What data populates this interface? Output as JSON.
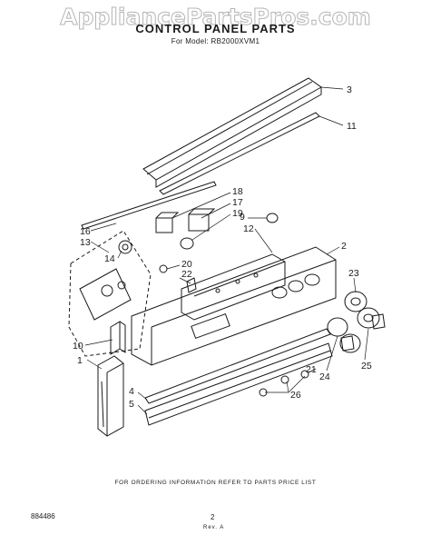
{
  "watermark": "AppliancePartsPros.com",
  "title": "CONTROL PANEL PARTS",
  "model_line": "For Model: RB2000XVM1",
  "footer_note": "FOR ORDERING INFORMATION REFER TO PARTS PRICE LIST",
  "doc_code": "884486",
  "page_number": "2",
  "revision": "Rev. A",
  "callouts": [
    "3",
    "11",
    "18",
    "17",
    "19",
    "9",
    "12",
    "16",
    "13",
    "14",
    "2",
    "20",
    "22",
    "23",
    "10",
    "1",
    "24",
    "21",
    "25",
    "4",
    "5",
    "26"
  ]
}
